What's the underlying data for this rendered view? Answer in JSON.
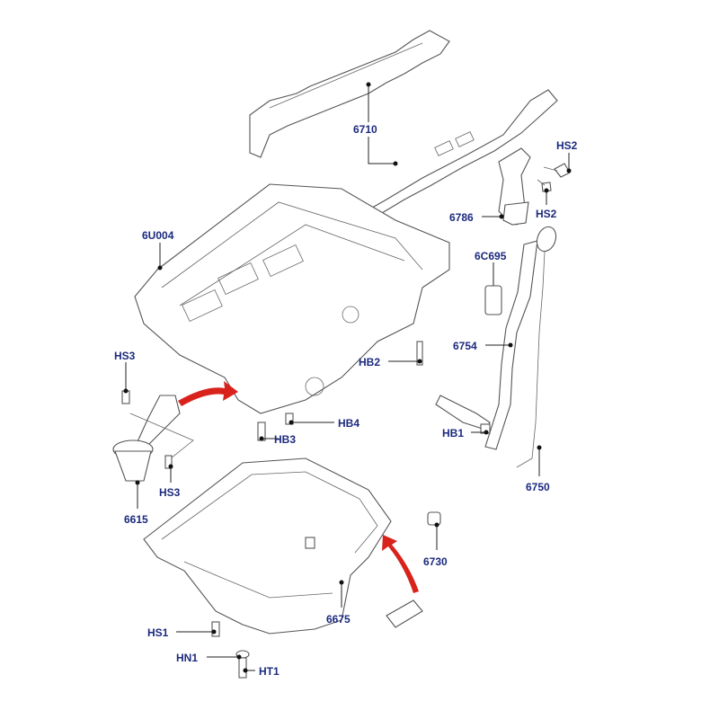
{
  "diagram": {
    "title": "Oil pan and lower crankcase exploded view",
    "colors": {
      "label": "#1c2a7e",
      "arrow": "#d8231c",
      "line": "#555555"
    },
    "labels": {
      "p6710": "6710",
      "hs2_top": "HS2",
      "hs2_bottom": "HS2",
      "p6786": "6786",
      "p6u004": "6U004",
      "p6c695": "6C695",
      "p6754": "6754",
      "hb2": "HB2",
      "hs3_top": "HS3",
      "hb4": "HB4",
      "hb3": "HB3",
      "hb1": "HB1",
      "hs3_bottom": "HS3",
      "p6750": "6750",
      "p6615": "6615",
      "p6730": "6730",
      "p6675": "6675",
      "hs1": "HS1",
      "hn1": "HN1",
      "ht1": "HT1"
    }
  }
}
